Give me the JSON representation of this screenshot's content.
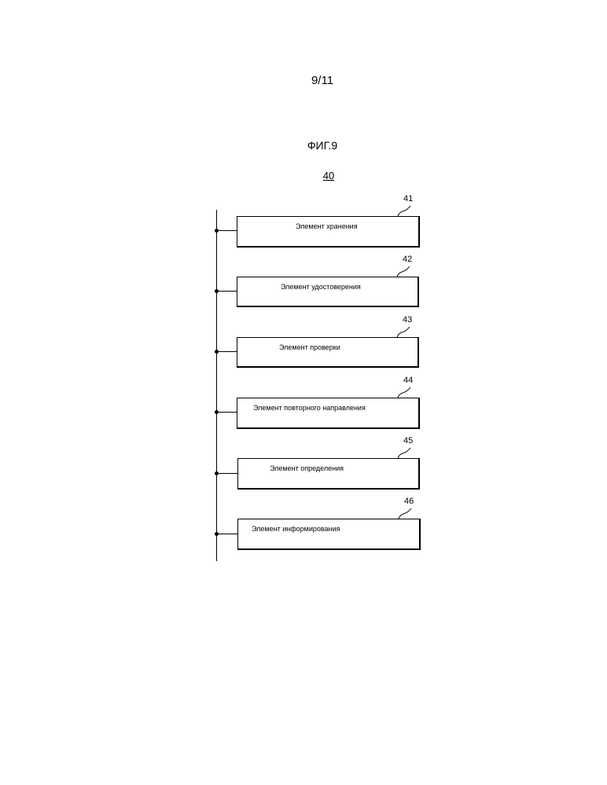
{
  "page": {
    "page_number": "9/11",
    "figure_title": "ФИГ.9",
    "diagram_ref": "40"
  },
  "blocks": [
    {
      "ref": "41",
      "label": "Элемент хранения"
    },
    {
      "ref": "42",
      "label": "Элемент удостоверения"
    },
    {
      "ref": "43",
      "label": "Элемент проверки"
    },
    {
      "ref": "44",
      "label": "Элемент повторного направления"
    },
    {
      "ref": "45",
      "label": "Элемент определения"
    },
    {
      "ref": "46",
      "label": "Элемент информирования"
    }
  ]
}
